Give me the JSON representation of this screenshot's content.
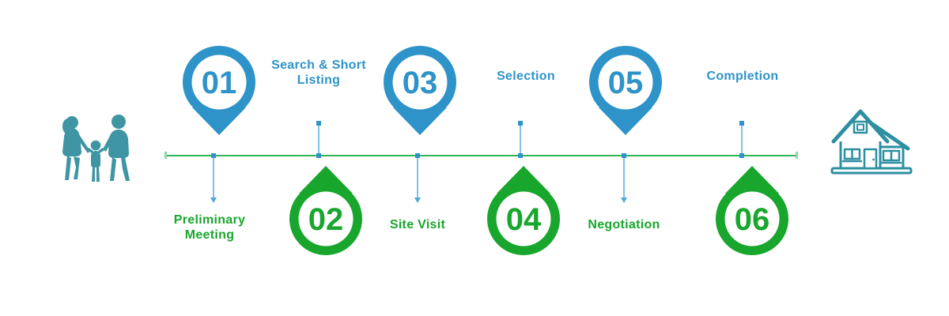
{
  "diagram": {
    "type": "process-timeline",
    "steps": [
      {
        "number": "01",
        "label": "Preliminary Meeting",
        "pin_side": "above",
        "pin_color": "#2E93C8",
        "label_color": "#18A62D"
      },
      {
        "number": "02",
        "label": "Search & Short Listing",
        "pin_side": "below",
        "pin_color": "#18A62D",
        "label_color": "#2E93C8"
      },
      {
        "number": "03",
        "label": "Site Visit",
        "pin_side": "above",
        "pin_color": "#2E93C8",
        "label_color": "#18A62D"
      },
      {
        "number": "04",
        "label": "Selection",
        "pin_side": "below",
        "pin_color": "#18A62D",
        "label_color": "#2E93C8"
      },
      {
        "number": "05",
        "label": "Negotiation",
        "pin_side": "above",
        "pin_color": "#2E93C8",
        "label_color": "#18A62D"
      },
      {
        "number": "06",
        "label": "Completion",
        "pin_side": "below",
        "pin_color": "#18A62D",
        "label_color": "#2E93C8"
      }
    ],
    "icons": {
      "start": "family-walking-icon",
      "end": "house-icon"
    },
    "colors": {
      "blue": "#2E93C8",
      "green": "#18A62D",
      "teal": "#3F95A3",
      "timeline_green": "#2FB457",
      "connector_blue": "#7FC2E6"
    }
  }
}
